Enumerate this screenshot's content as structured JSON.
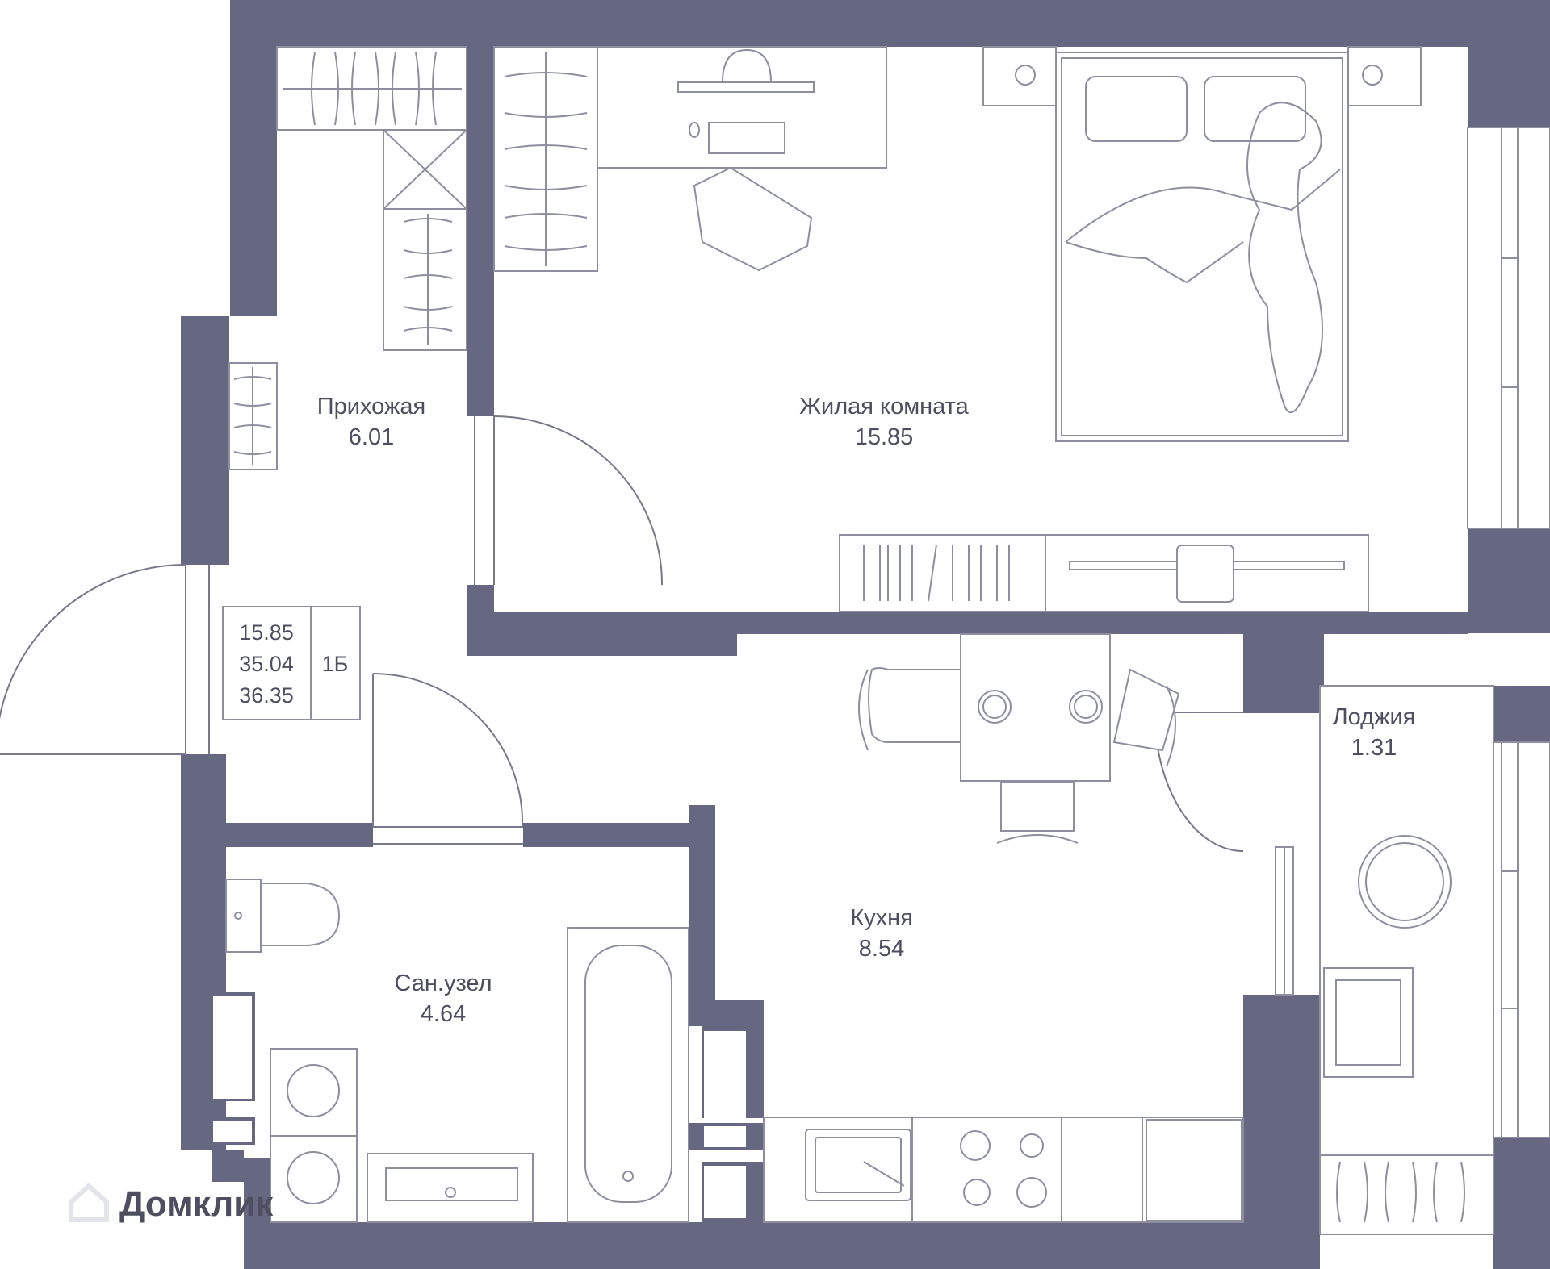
{
  "plan": {
    "colors": {
      "wall": "#656880",
      "line": "#8d8f9e",
      "text": "#4d4f60",
      "background": "#ffffff"
    },
    "rooms": [
      {
        "id": "hallway",
        "name": "Прихожая",
        "area": "6.01"
      },
      {
        "id": "living-room",
        "name": "Жилая комната",
        "area": "15.85"
      },
      {
        "id": "kitchen",
        "name": "Кухня",
        "area": "8.54"
      },
      {
        "id": "bathroom",
        "name": "Сан.узел",
        "area": "4.64"
      },
      {
        "id": "loggia",
        "name": "Лоджия",
        "area": "1.31"
      }
    ],
    "summary": {
      "living_area": "15.85",
      "total_area": "35.04",
      "total_with_loggia": "36.35",
      "unit_type": "1Б"
    },
    "watermark": {
      "text": "Домклик",
      "icon": "house-logo-icon"
    }
  }
}
